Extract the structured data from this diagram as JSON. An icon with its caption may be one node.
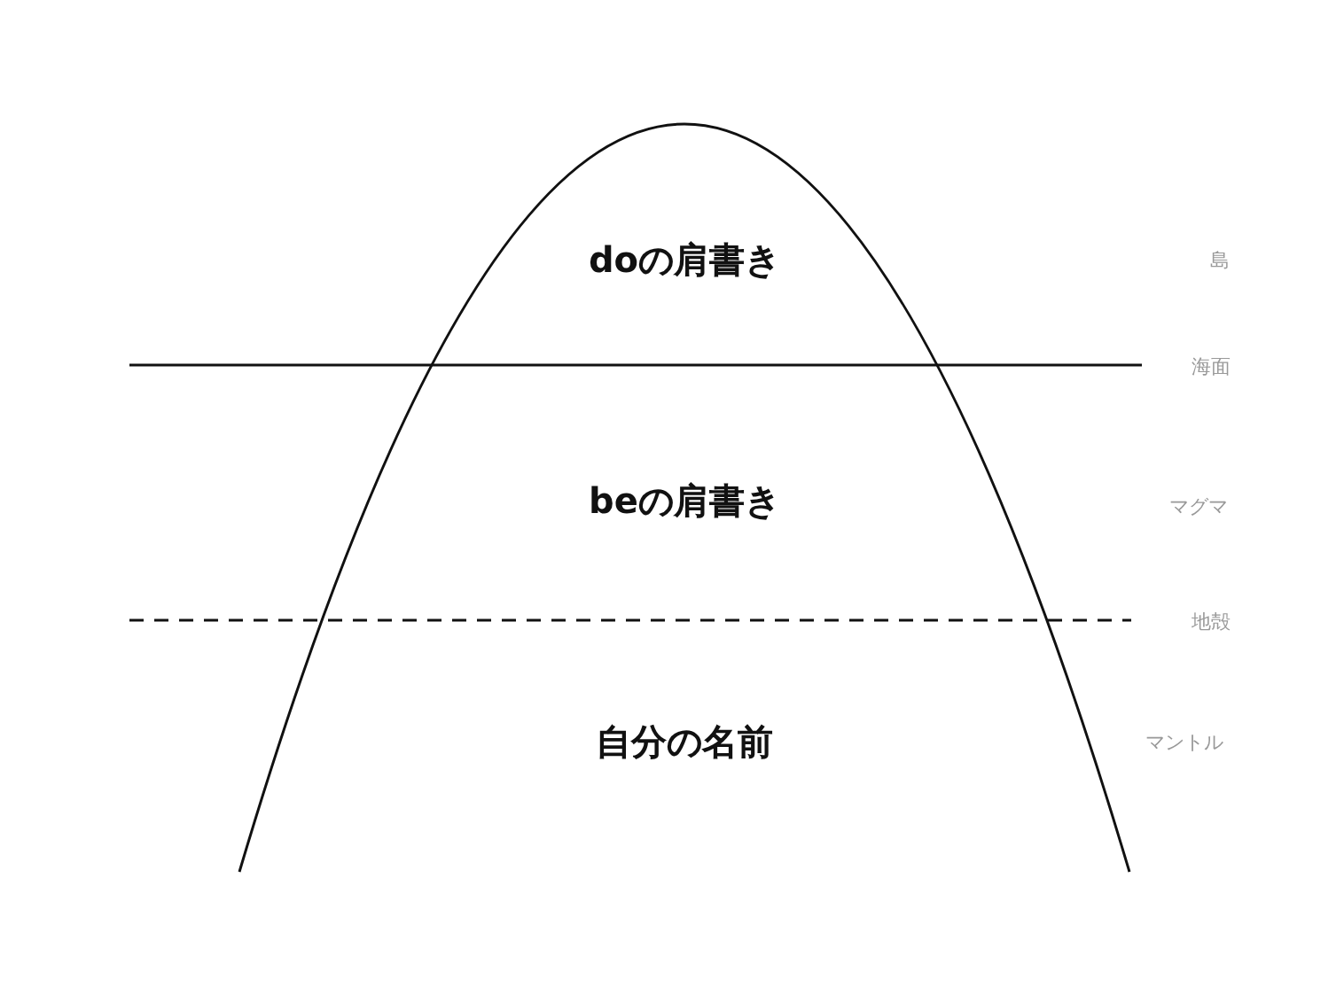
{
  "diagram": {
    "labels": [
      "doの肩書き",
      "島",
      "海面",
      "beの肩書き",
      "マグマ",
      "地殻",
      "自分の名前",
      "マントル"
    ]
  }
}
